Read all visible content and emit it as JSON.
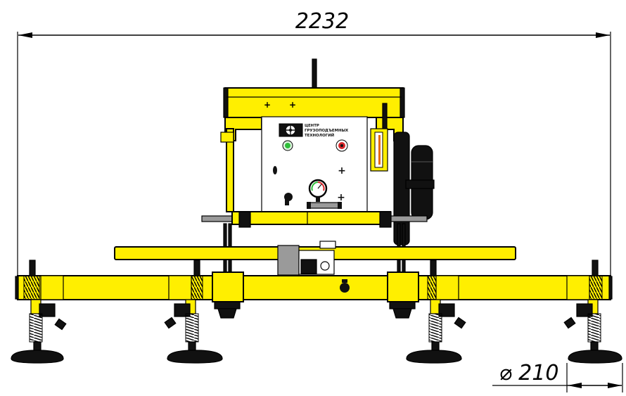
{
  "drawing": {
    "overall_width_label": "2232",
    "pad_diameter_label": "⌀ 210",
    "logo_lines": [
      "ЦЕНТР",
      "ГРУЗОПОДЪЕМНЫХ",
      "ТЕХНОЛОГИЙ"
    ]
  },
  "colors": {
    "frame_yellow": "#ffef00",
    "outline": "#000000",
    "pad_black": "#111111",
    "panel_white": "#ffffff",
    "indicator_green": "#2fbf3a",
    "indicator_red": "#d8262a"
  },
  "icons": [
    "vacuum-gauge-icon",
    "green-indicator-lamp-icon",
    "red-indicator-lamp-icon",
    "company-logo-icon"
  ]
}
